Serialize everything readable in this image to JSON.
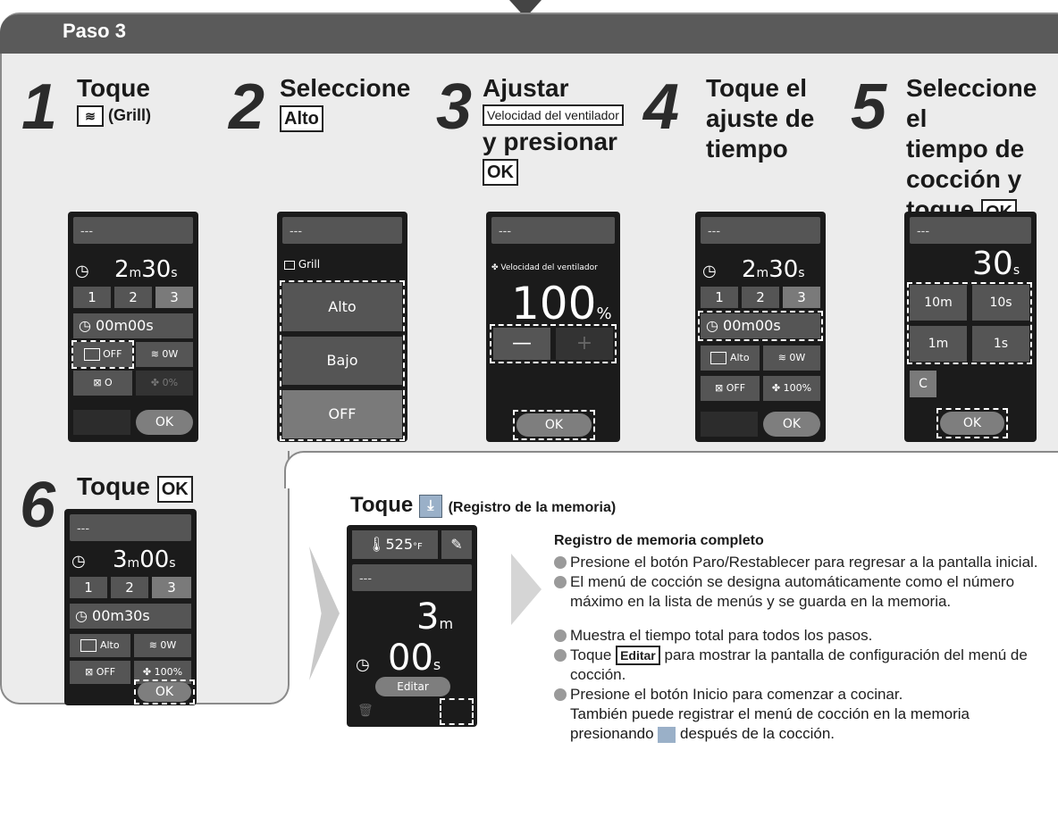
{
  "header": {
    "title": "Paso 3"
  },
  "steps": [
    {
      "num": "1",
      "line1": "Toque",
      "suffix": "(Grill)"
    },
    {
      "num": "2",
      "line1": "Seleccione",
      "box": "Alto"
    },
    {
      "num": "3",
      "line1": "Ajustar",
      "box": "Velocidad del ventilador",
      "line2": "y presionar",
      "box2": "OK"
    },
    {
      "num": "4",
      "lines": [
        "Toque el",
        "ajuste de",
        "tiempo"
      ]
    },
    {
      "num": "5",
      "lines": [
        "Seleccione el",
        "tiempo de",
        "cocción y"
      ],
      "last": "toque",
      "box": "OK"
    },
    {
      "num": "6",
      "line1": "Toque",
      "box": "OK"
    }
  ],
  "screens": {
    "s1": {
      "title": "---",
      "time_m": "2",
      "time_s": "30",
      "tabs": [
        "1",
        "2",
        "3"
      ],
      "timer": "00m00s",
      "grill": "OFF",
      "power": "0W",
      "fan": "0%",
      "ok": "OK"
    },
    "s2": {
      "title": "---",
      "mode": "Grill",
      "options": [
        "Alto",
        "Bajo",
        "OFF"
      ]
    },
    "s3": {
      "title": "---",
      "fan_label": "Velocidad del ventilador",
      "fan_value": "100",
      "unit": "%",
      "minus": "—",
      "plus": "+",
      "ok": "OK"
    },
    "s4": {
      "title": "---",
      "time_m": "2",
      "time_s": "30",
      "tabs": [
        "1",
        "2",
        "3"
      ],
      "timer": "00m00s",
      "grill": "Alto",
      "power": "0W",
      "oven": "OFF",
      "fan": "100%",
      "ok": "OK"
    },
    "s5": {
      "title": "---",
      "value": "30",
      "unit": "s",
      "keys": [
        "10m",
        "10s",
        "1m",
        "1s"
      ],
      "clear": "C",
      "ok": "OK"
    },
    "s6": {
      "title": "---",
      "time_m": "3",
      "time_s": "00",
      "tabs": [
        "1",
        "2",
        "3"
      ],
      "timer": "00m30s",
      "grill": "Alto",
      "power": "0W",
      "oven": "OFF",
      "fan": "100%",
      "ok": "OK"
    },
    "s7": {
      "temp": "525",
      "temp_unit": "°F",
      "title": "---",
      "time_m": "3",
      "time_s": "00",
      "edit": "Editar"
    }
  },
  "memory": {
    "heading_word": "Toque",
    "heading_rest": "(Registro de la memoria)",
    "complete_title": "Registro de memoria completo",
    "bullets1": [
      "Presione el botón Paro/Restablecer para regresar a la pantalla inicial.",
      "El menú de cocción se designa automáticamente como el número máximo en la lista de menús y se guarda en la memoria."
    ],
    "bullet_total": "Muestra el tiempo total para todos los pasos.",
    "bullet_edit_pre": "Toque",
    "bullet_edit_box": "Editar",
    "bullet_edit_post": "para mostrar la pantalla de configuración del menú de cocción.",
    "bullet_start": "Presione el botón Inicio para comenzar a cocinar.",
    "note_pre": "También puede registrar el menú de cocción en la memoria presionando",
    "note_post": "después de la cocción."
  },
  "colors": {
    "panel": "#ececec",
    "header": "#5a5a5a",
    "screen": "#1b1b1b"
  }
}
